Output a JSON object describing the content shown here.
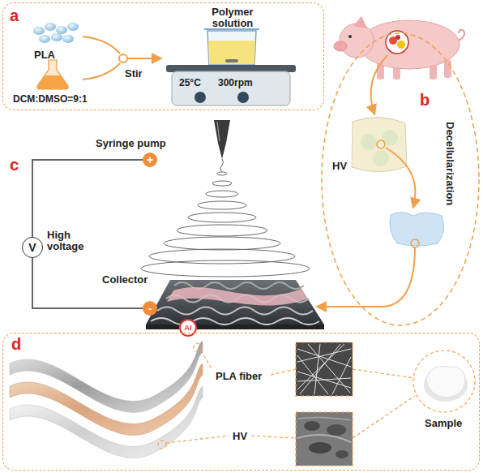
{
  "diagram": {
    "nodes": [
      {
        "text": [
          "a",
          "PLA",
          "DCM:DMSO=9:1",
          "Stir",
          "Polymer solution",
          "25°C",
          "300rpm"
        ]
      },
      {
        "text": [
          "b",
          "HV",
          "Decellularization"
        ]
      },
      {
        "text": [
          "+"
        ]
      },
      {
        "text": [
          "V"
        ]
      },
      {
        "text": [
          "-"
        ]
      },
      {
        "text": [
          "d",
          "PLA fiber",
          "HV",
          "Sample"
        ]
      }
    ],
    "edges": [
      {
        "from": 2,
        "to": 3,
        "arrow": "none"
      },
      {
        "from": 3,
        "to": 4,
        "arrow": "none"
      }
    ],
    "labels": [
      "c",
      "Syringe pump",
      "High voltage",
      "Collector",
      "AI"
    ]
  }
}
